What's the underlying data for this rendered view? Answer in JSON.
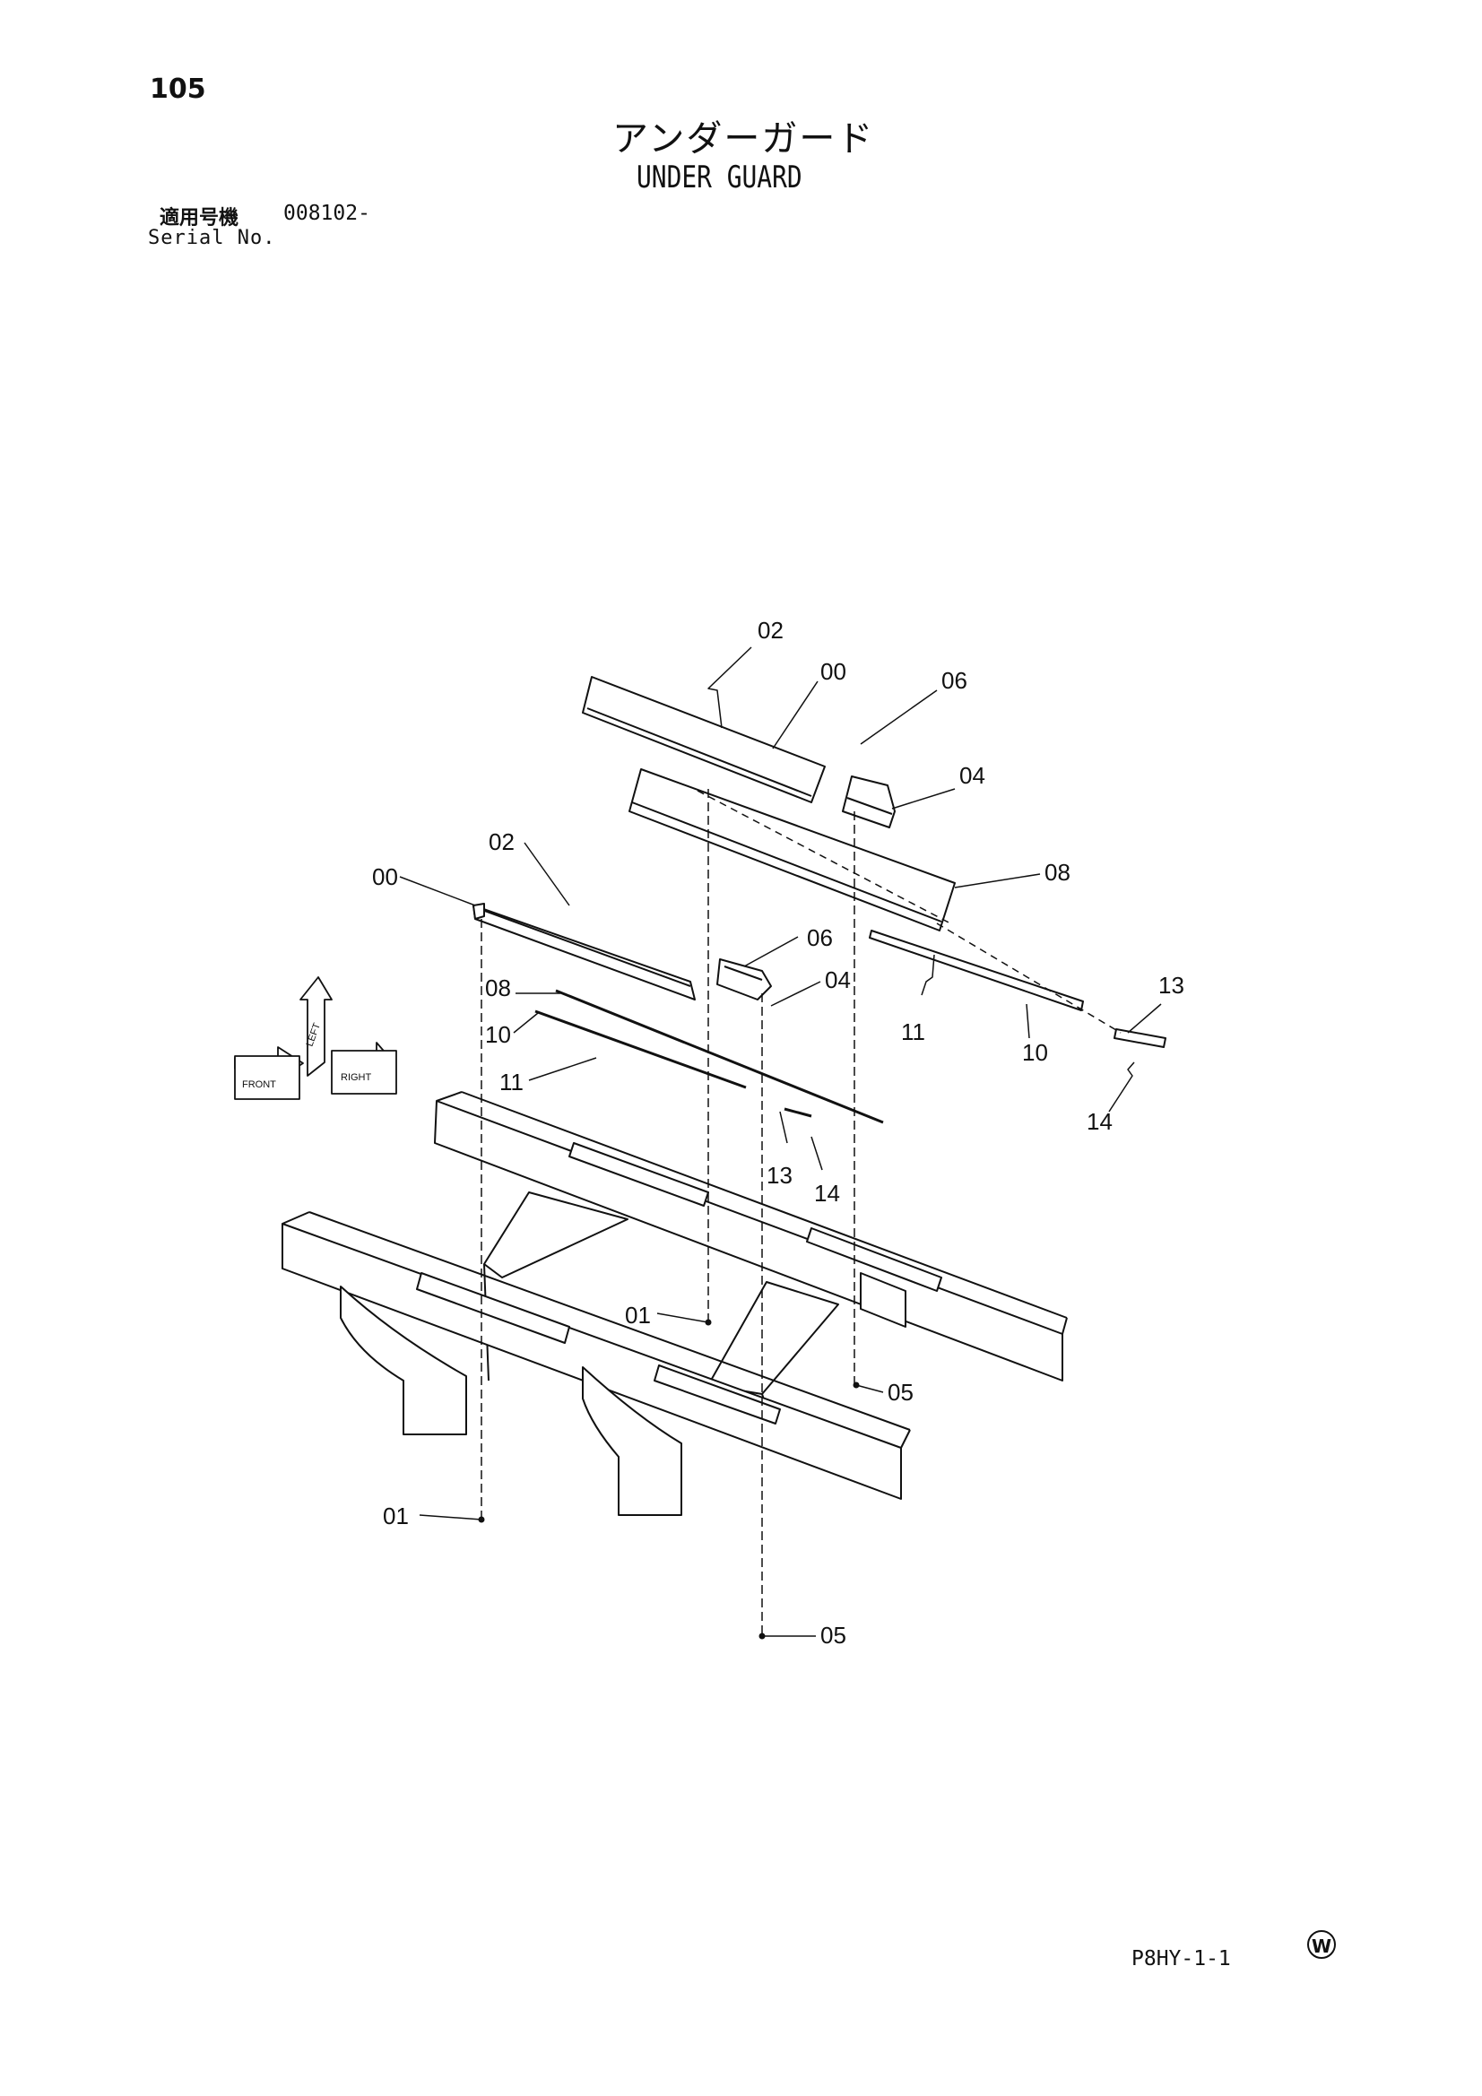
{
  "header": {
    "page_number": "105",
    "title_jp": "アンダーガード",
    "title_en": "UNDER GUARD",
    "serial_jp": "適用号機",
    "serial_value": "008102-",
    "serial_en": "Serial No."
  },
  "orientation_labels": {
    "front": "FRONT",
    "left": "LEFT",
    "right": "RIGHT"
  },
  "callouts": {
    "c00_top": "00",
    "c02_top": "02",
    "c06_top": "06",
    "c04_top": "04",
    "c08_right": "08",
    "c13_right": "13",
    "c11_right": "11",
    "c10_right": "10",
    "c14_right": "14",
    "c02_left": "02",
    "c00_left": "00",
    "c06_mid": "06",
    "c04_mid": "04",
    "c08_left": "08",
    "c10_left": "10",
    "c11_left": "11",
    "c13_mid": "13",
    "c14_mid": "14",
    "c01_center": "01",
    "c05_right": "05",
    "c01_bottom": "01",
    "c05_bottom": "05"
  },
  "footer": {
    "code": "P8HY-1-1",
    "mark": "W"
  }
}
